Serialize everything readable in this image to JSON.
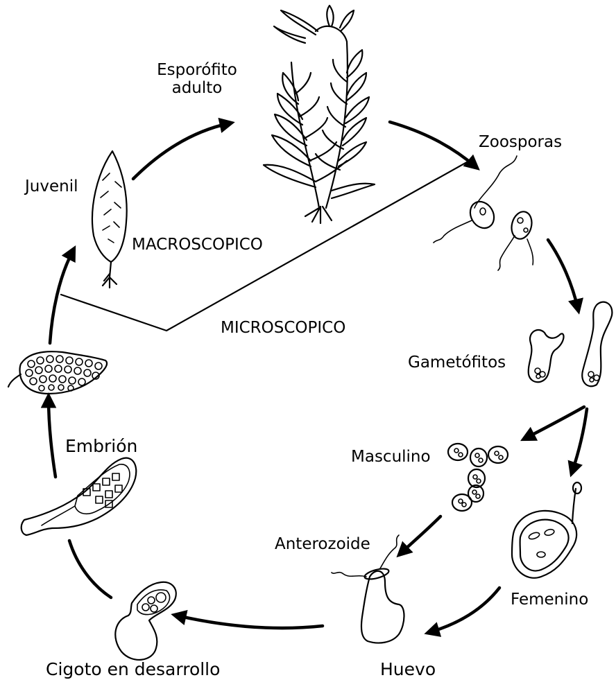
{
  "labels": {
    "sporophyte": "Esporófito\nadulto",
    "zoospores": "Zoosporas",
    "gametophytes": "Gametófitos",
    "male": "Masculino",
    "antherozoid": "Anterozoide",
    "female": "Femenino",
    "egg": "Huevo",
    "zygote": "Cigoto en desarrollo",
    "embryo": "Embrión",
    "juvenile": "Juvenil",
    "macroscopic": "MACROSCOPICO",
    "microscopic": "MICROSCOPICO"
  }
}
